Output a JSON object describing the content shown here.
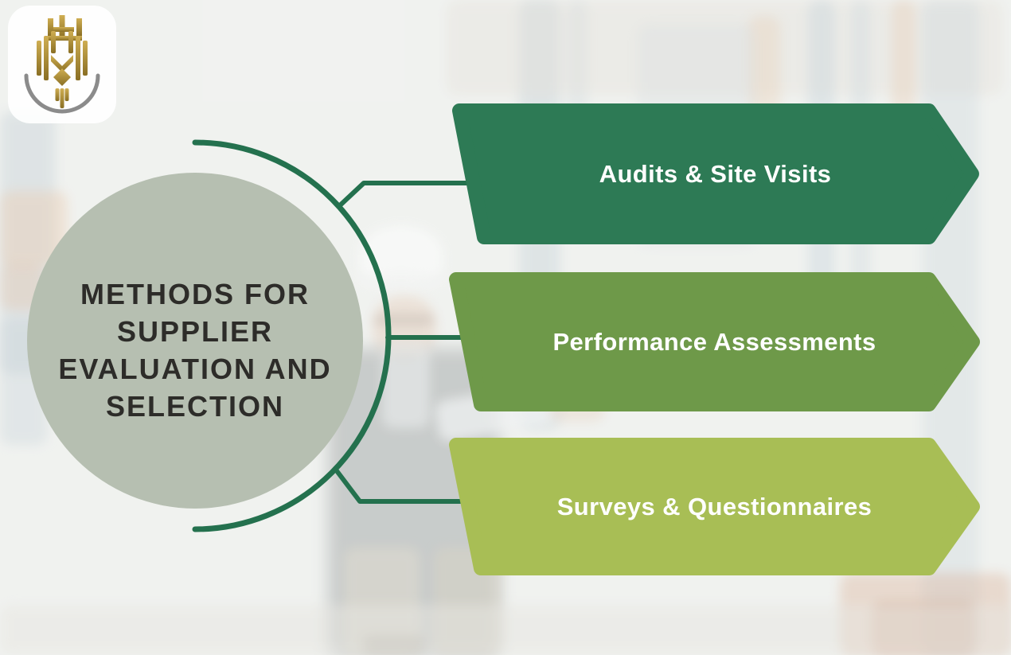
{
  "page": {
    "title": "Methods for Supplier Evaluation and Selection infographic"
  },
  "logo": {
    "name": "gold-lion-crest-logo"
  },
  "center": {
    "lines": [
      "METHODS FOR",
      "SUPPLIER",
      "EVALUATION AND",
      "SELECTION"
    ]
  },
  "items": [
    {
      "label": "Audits & Site Visits",
      "color": "#2d7a55"
    },
    {
      "label": "Performance Assessments",
      "color": "#6e9949"
    },
    {
      "label": "Surveys & Questionnaires",
      "color": "#a8be55"
    }
  ],
  "colors": {
    "connector": "#24714e",
    "circle_fill": "#b6bfb1",
    "title_text": "#2d2c29",
    "label_text": "#ffffff",
    "background": "#eff0ee",
    "logo_gold_dark": "#8a6f24",
    "logo_gold_light": "#cfae52",
    "logo_arc_gray": "#8b8b8b"
  }
}
